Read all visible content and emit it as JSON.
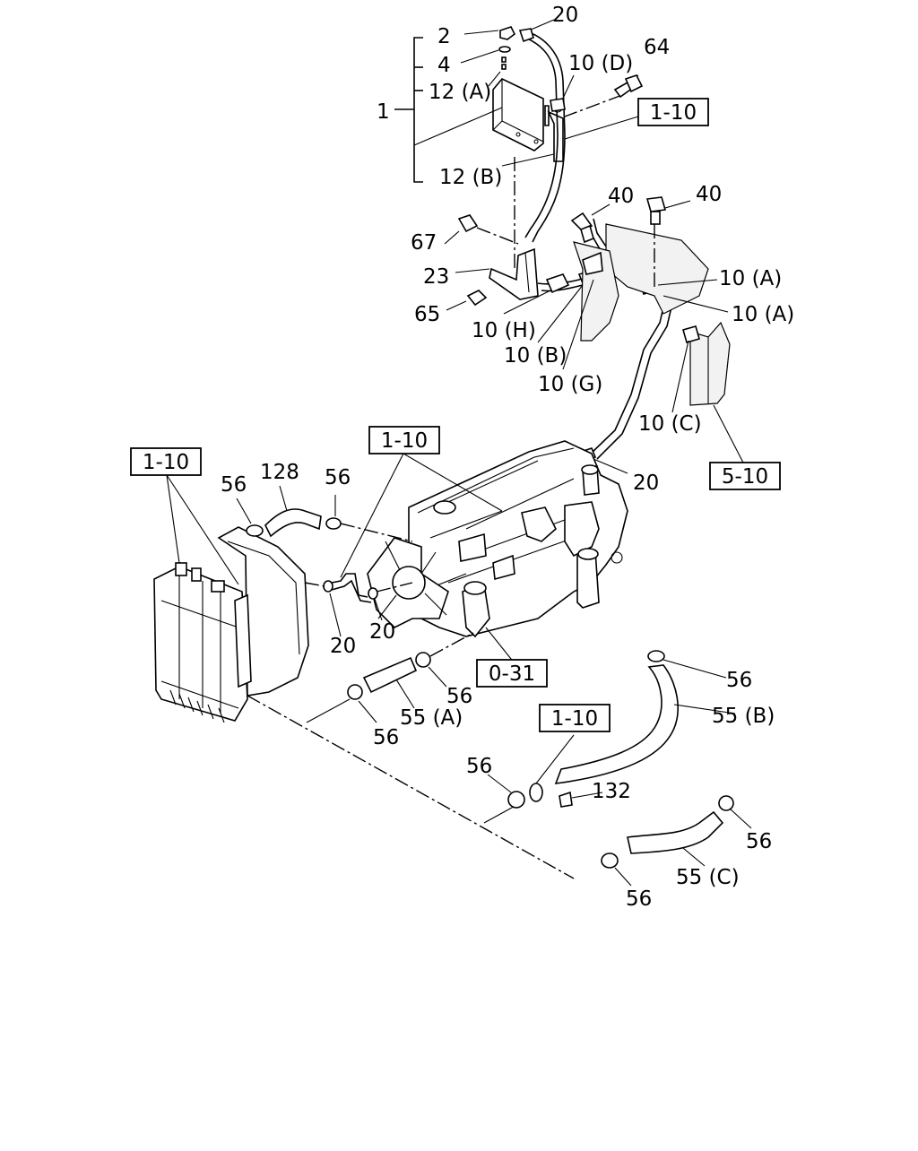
{
  "labels": {
    "l1": "1",
    "l2": "2",
    "l4": "4",
    "l12a": "12 (A)",
    "l12b": "12 (B)",
    "l20top": "20",
    "l10d": "10 (D)",
    "l64": "64",
    "l67": "67",
    "l23": "23",
    "l65": "65",
    "l10h": "10 (H)",
    "l10b": "10 (B)",
    "l10g": "10 (G)",
    "l40a": "40",
    "l40b": "40",
    "l10a1": "10 (A)",
    "l10a2": "10 (A)",
    "l10c": "10 (C)",
    "l20mid": "20",
    "l56a": "56",
    "l128": "128",
    "l56b": "56",
    "l20l1": "20",
    "l20l2": "20",
    "l56c": "56",
    "l56d": "56",
    "l55a": "55 (A)",
    "l56e": "56",
    "l55b": "55 (B)",
    "l56f": "56",
    "l132": "132",
    "l56g": "56",
    "l55c": "55 (C)",
    "l56h": "56"
  },
  "refs": {
    "ref_top": "1-10",
    "ref_left": "1-10",
    "ref_center": "1-10",
    "ref_lower": "1-10",
    "ref_510": "5-10",
    "ref_031": "0-31"
  }
}
